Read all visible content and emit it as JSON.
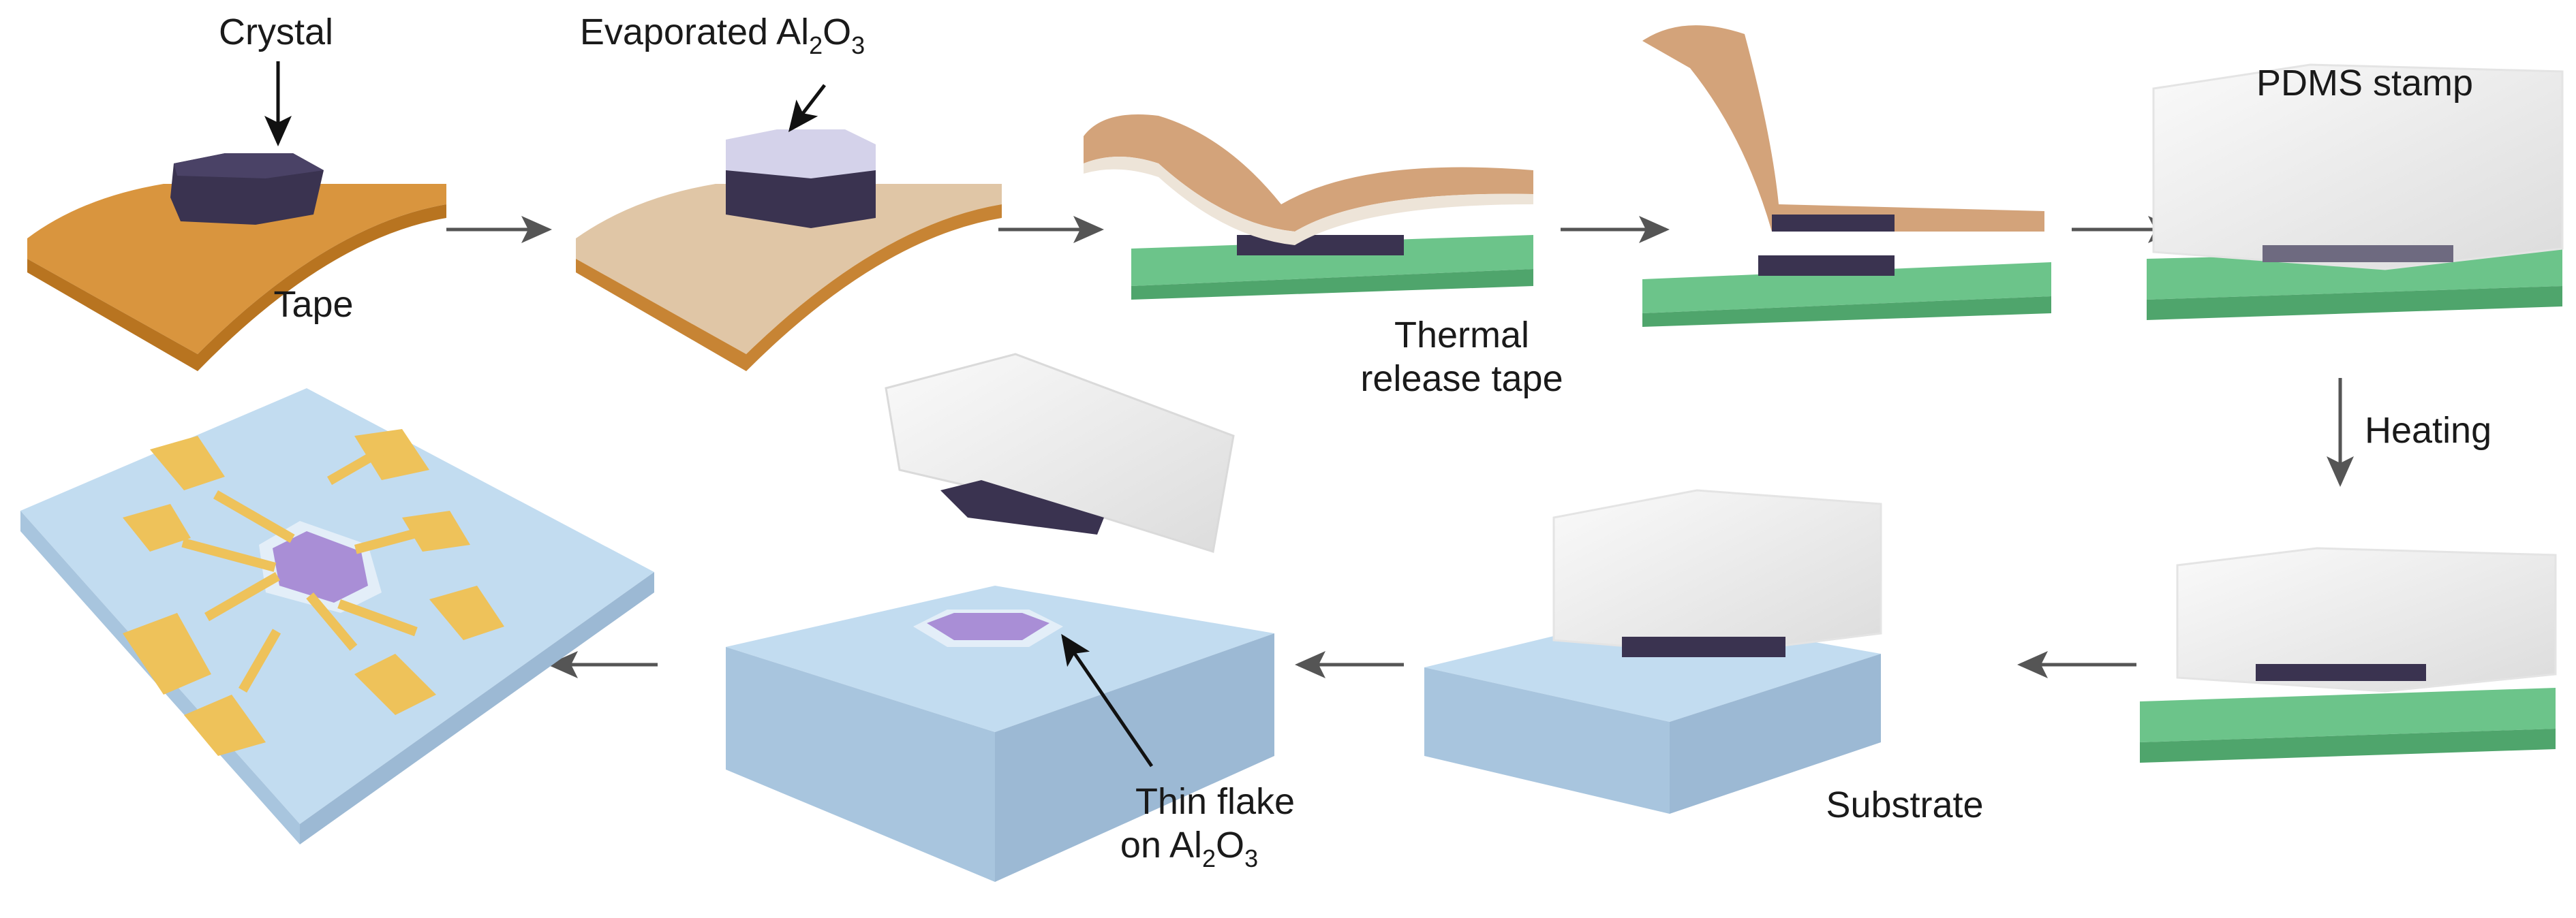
{
  "title": "Fabrication process of thin flake device",
  "labels": {
    "crystal": "Crystal",
    "tape": "Tape",
    "evaporated": "Evaporated Al",
    "evaporated_sub1": "2",
    "evaporated_o": "O",
    "evaporated_sub2": "3",
    "thermal_line1": "Thermal",
    "thermal_line2": "release tape",
    "pdms": "PDMS stamp",
    "heating": "Heating",
    "substrate": "Substrate",
    "thin_line1": "Thin flake",
    "thin_line2": "on Al",
    "thin_sub1": "2",
    "thin_o": "O",
    "thin_sub2": "3"
  },
  "colors": {
    "tape": "#d9953e",
    "crystal": "#3a3350",
    "green": "#6cc48a",
    "substrate": "#b3d3ec",
    "gold": "#eec25a",
    "flake": "#a98ed6",
    "arrow": "#555555"
  }
}
